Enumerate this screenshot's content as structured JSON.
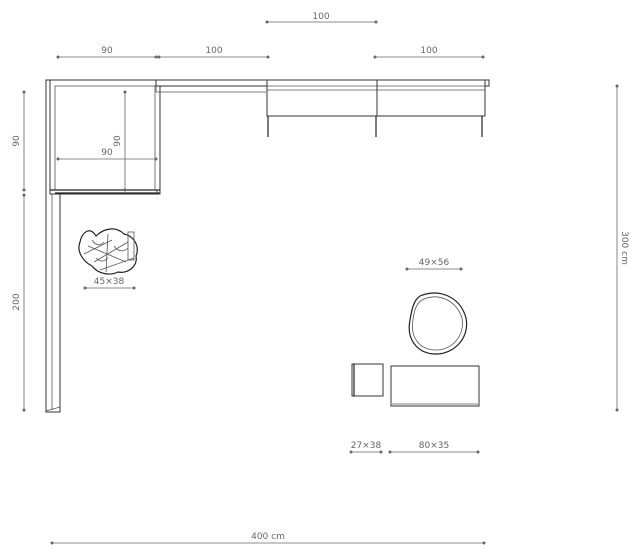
{
  "dimensions": {
    "top_center": "100",
    "top_left_90": "90",
    "top_left_100": "100",
    "top_right_100": "100",
    "left_90": "90",
    "left_200": "200",
    "right_300": "300 cm",
    "bottom_400": "400 cm",
    "inner_90_horizontal": "90",
    "inner_90_vertical": "90"
  },
  "furniture": {
    "plant": "45×38",
    "pouf": "49×56",
    "side_table": "27×38",
    "low_table": "80×35"
  }
}
